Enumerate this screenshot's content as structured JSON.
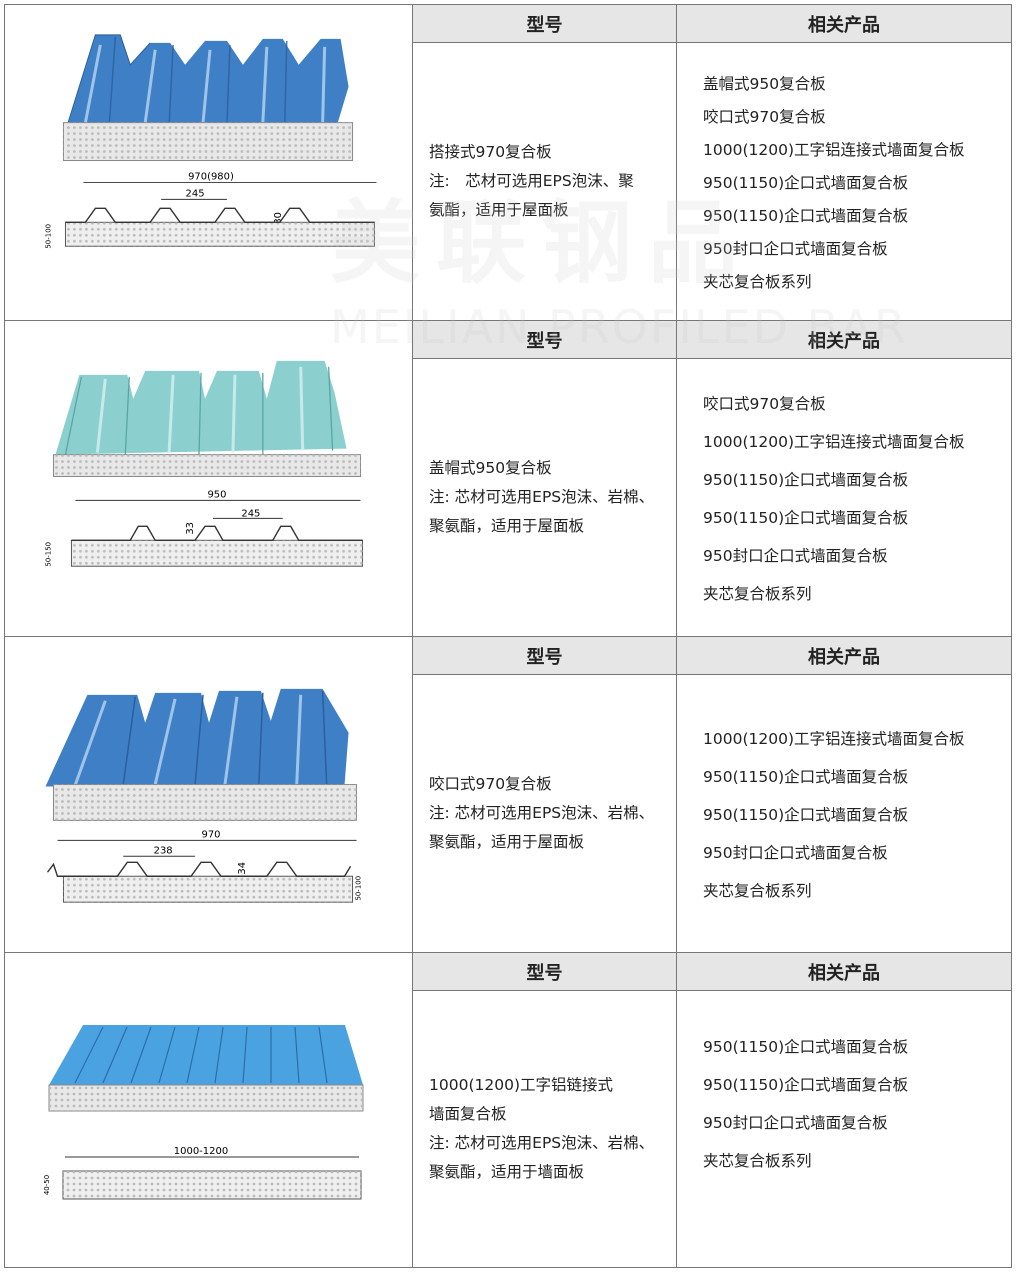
{
  "headers": {
    "model": "型号",
    "related": "相关产品"
  },
  "rows": [
    {
      "model_lines": [
        "搭接式970复合板",
        "注:　芯材可选用EPS泡沫、聚",
        "氨酯，适用于屋面板"
      ],
      "related": [
        "盖帽式950复合板",
        "咬口式970复合板",
        "1000(1200)工字铝连接式墙面复合板",
        "950(1150)企口式墙面复合板",
        "950(1150)企口式墙面复合板",
        "950封口企口式墙面复合板",
        "夹芯复合板系列"
      ],
      "dims": {
        "width": "970(980)",
        "pitch": "245",
        "rib": "30",
        "thick": "50-100"
      },
      "panel_color": "#3f7fc6"
    },
    {
      "model_lines": [
        "盖帽式950复合板",
        "注: 芯材可选用EPS泡沫、岩棉、",
        "聚氨酯，适用于屋面板"
      ],
      "related": [
        "咬口式970复合板",
        "1000(1200)工字铝连接式墙面复合板",
        "950(1150)企口式墙面复合板",
        "950(1150)企口式墙面复合板",
        "950封口企口式墙面复合板",
        "夹芯复合板系列"
      ],
      "dims": {
        "width": "950",
        "pitch": "245",
        "rib": "33",
        "thick": "50-150"
      },
      "panel_color": "#8ccfcf"
    },
    {
      "model_lines": [
        "咬口式970复合板",
        "注: 芯材可选用EPS泡沫、岩棉、",
        "聚氨酯，适用于屋面板"
      ],
      "related": [
        "1000(1200)工字铝连接式墙面复合板",
        "950(1150)企口式墙面复合板",
        "950(1150)企口式墙面复合板",
        "950封口企口式墙面复合板",
        "夹芯复合板系列"
      ],
      "dims": {
        "width": "970",
        "pitch": "238",
        "rib": "34",
        "thick": "50-100"
      },
      "panel_color": "#3f7fc6"
    },
    {
      "model_lines": [
        "1000(1200)工字铝链接式",
        "墙面复合板",
        "注: 芯材可选用EPS泡沫、岩棉、",
        "聚氨酯，适用于墙面板"
      ],
      "related": [
        "950(1150)企口式墙面复合板",
        "950(1150)企口式墙面复合板",
        "950封口企口式墙面复合板",
        "夹芯复合板系列"
      ],
      "dims": {
        "width": "1000-1200",
        "thick": "40-50"
      },
      "panel_color": "#4aa3e0"
    }
  ],
  "watermark": {
    "cn": "美联钢品",
    "en": "MEILIAN PROFILED BAR"
  },
  "colors": {
    "header_bg": "#e6e6e6",
    "border": "#777777",
    "foam": "#e8e8e8"
  }
}
